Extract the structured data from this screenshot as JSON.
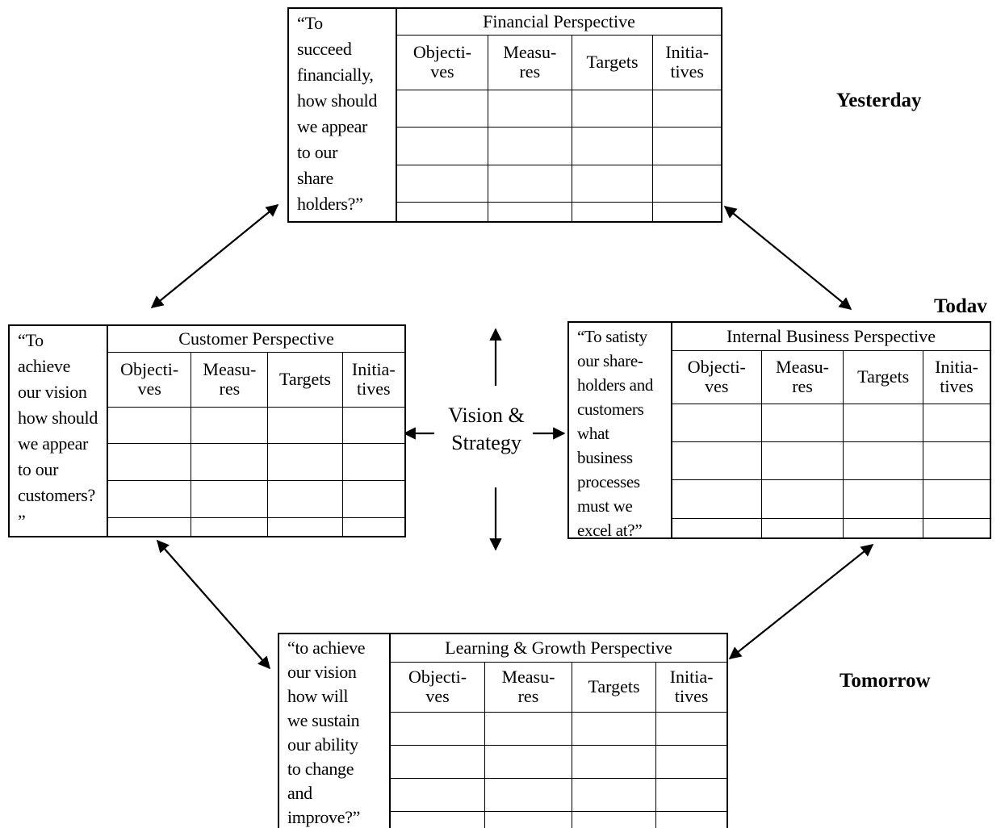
{
  "center": {
    "line1": "Vision &",
    "line2": "Strategy"
  },
  "time_labels": {
    "yesterday": "Yesterday",
    "today": "Todav",
    "tomorrow": "Tomorrow"
  },
  "columns": {
    "objectives": "Objecti-\nves",
    "measures": "Measu-\nres",
    "targets": "Targets",
    "initiatives": "Initia-\ntives"
  },
  "perspectives": {
    "financial": {
      "title": "Financial Perspective",
      "question": [
        "“To",
        "succeed",
        "financially,",
        "how should",
        "we appear",
        "to our",
        "share",
        "holders?”"
      ]
    },
    "customer": {
      "title": "Customer Perspective",
      "question": [
        "“To",
        "achieve",
        "our vision",
        "how should",
        "we appear",
        "to our",
        "customers?",
        "”"
      ]
    },
    "internal": {
      "title": "Internal Business Perspective",
      "question": [
        "“To satisty",
        "our share-",
        "holders and",
        "customers",
        "what",
        "business",
        "processes",
        "must we",
        "excel at?”"
      ]
    },
    "learning": {
      "title": "Learning & Growth Perspective",
      "question": [
        "“to achieve",
        "our vision",
        "how will",
        "we sustain",
        "our ability",
        "to change",
        "and",
        "improve?”"
      ]
    }
  }
}
